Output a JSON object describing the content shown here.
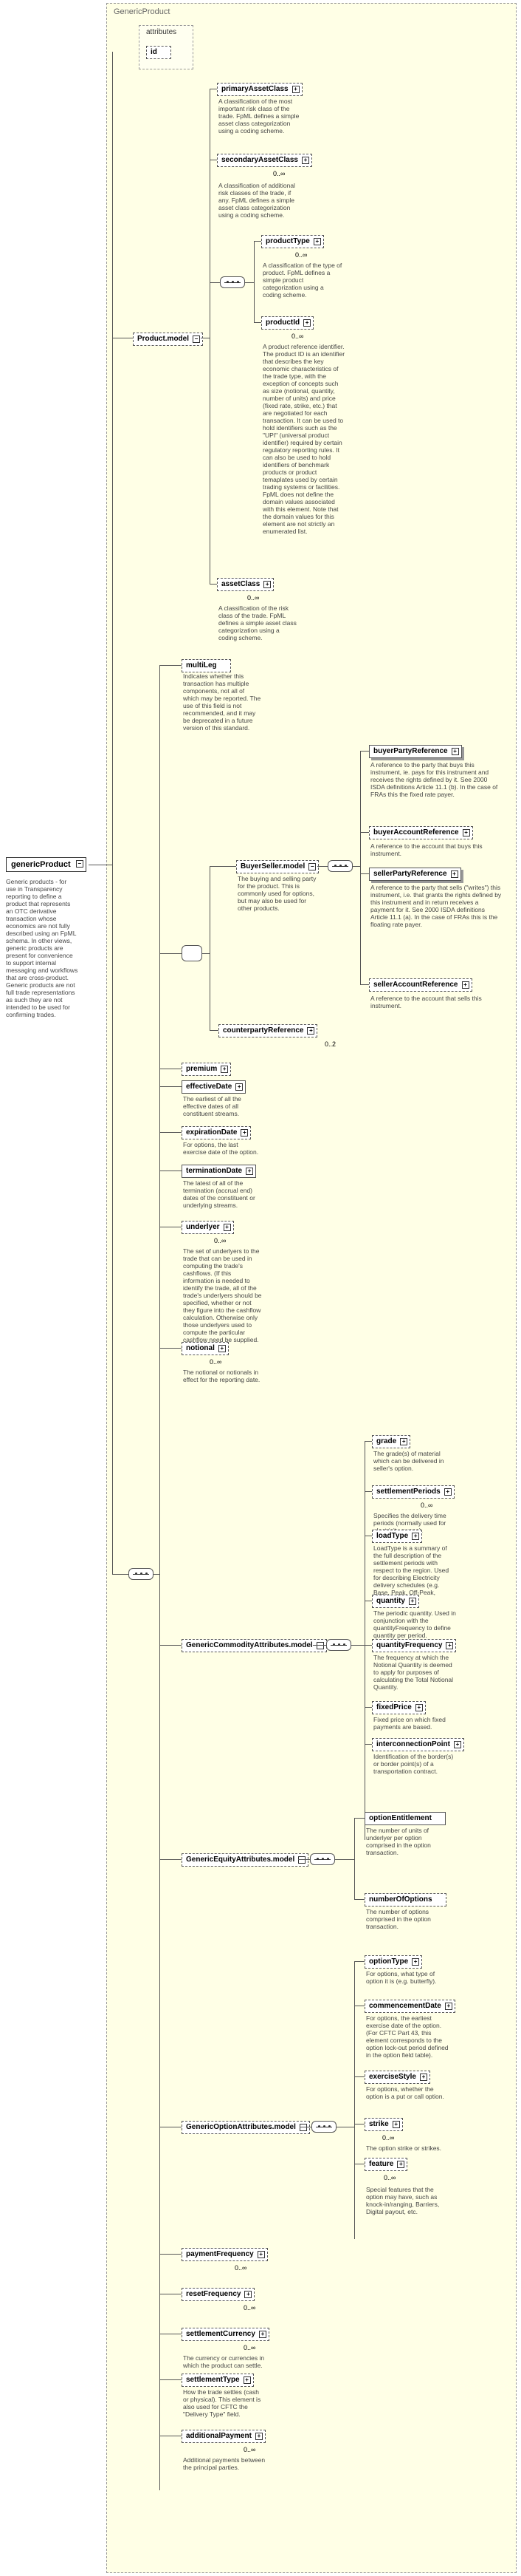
{
  "type_title": "GenericProduct",
  "attributes_label": "attributes",
  "root": {
    "name": "genericProduct",
    "doc": "Generic products - for use in Transparency reporting to define a product that represents an OTC derivative transaction whose economics are not fully described using an FpML schema. In other views, generic products are present for convenience to support internal messaging and workflows that are cross-product. Generic products are not full trade representations as such they are not intended to be used for confirming trades."
  },
  "attr_id": "id",
  "product_model": "Product.model",
  "primaryAssetClass": {
    "name": "primaryAssetClass",
    "doc": "A classification of the most important risk class of the trade. FpML defines a simple asset class categorization using a coding scheme."
  },
  "secondaryAssetClass": {
    "name": "secondaryAssetClass",
    "mult": "0..∞",
    "doc": "A classification of additional risk classes of the trade, if any. FpML defines a simple asset class categorization using a coding scheme."
  },
  "productType": {
    "name": "productType",
    "mult": "0..∞",
    "doc": "A classification of the type of product. FpML defines a simple product categorization using a coding scheme."
  },
  "productId": {
    "name": "productId",
    "mult": "0..∞",
    "doc": "A product reference identifier. The product ID is an identifier that describes the key economic characteristics of the trade type, with the exception of concepts such as size (notional, quantity, number of units) and price (fixed rate, strike, etc.) that are negotiated for each transaction. It can be used to hold identifiers such as the \"UPI\" (universal product identifier) required by certain regulatory reporting rules. It can also be used to hold identifiers of benchmark products or product temaplates used by certain trading systems or facilities. FpML does not define the domain values associated with this element. Note that the domain values for this element are not strictly an enumerated list."
  },
  "assetClass": {
    "name": "assetClass",
    "mult": "0..∞",
    "doc": "A classification of the risk class of the trade. FpML defines a simple asset class categorization using a coding scheme."
  },
  "multiLeg": {
    "name": "multiLeg",
    "doc": "Indicates whether this transaction has multiple components, not all of which may be reported. The use of this field is not recommended, and it may be deprecated in a future version of this standard."
  },
  "buyerSellerModel": {
    "name": "BuyerSeller.model",
    "doc": "The buying and selling party for the product. This is commonly used for options, but may also be used for other products."
  },
  "buyerPartyReference": {
    "name": "buyerPartyReference",
    "doc": "A reference to the party that buys this instrument, ie. pays for this instrument and receives the rights defined by it. See 2000 ISDA definitions Article 11.1 (b). In the case of FRAs this the fixed rate payer."
  },
  "buyerAccountReference": {
    "name": "buyerAccountReference",
    "doc": "A reference to the account that buys this instrument."
  },
  "sellerPartyReference": {
    "name": "sellerPartyReference",
    "doc": "A reference to the party that sells (\"writes\") this instrument, i.e. that grants the rights defined by this instrument and in return receives a payment for it. See 2000 ISDA definitions Article 11.1 (a). In the case of FRAs this is the floating rate payer."
  },
  "sellerAccountReference": {
    "name": "sellerAccountReference",
    "doc": "A reference to the account that sells this instrument."
  },
  "counterpartyReference": {
    "name": "counterpartyReference",
    "mult": "0..2"
  },
  "premium": {
    "name": "premium"
  },
  "effectiveDate": {
    "name": "effectiveDate",
    "doc": "The earliest of all the effective dates of all constituent streams."
  },
  "expirationDate": {
    "name": "expirationDate",
    "doc": "For options, the last exercise date of the option."
  },
  "terminationDate": {
    "name": "terminationDate",
    "doc": "The latest of all of the termination (accrual end) dates of the constituent or underlying streams."
  },
  "underlyer": {
    "name": "underlyer",
    "mult": "0..∞",
    "doc": "The set of underlyers to the trade that can be used in computing the trade's cashflows. (If this information is needed to identify the trade, all of the trade's underlyers should be specified, whether or not they figure into the cashflow calculation. Otherwise only those underlyers used to compute the particular cashflow need be supplied."
  },
  "notional": {
    "name": "notional",
    "mult": "0..∞",
    "doc": "The notional or notionals in effect for the reporting date."
  },
  "commodityModel": {
    "name": "GenericCommodityAttributes.model"
  },
  "grade": {
    "name": "grade",
    "doc": "The grade(s) of material which can be delivered in seller's option."
  },
  "settlementPeriods": {
    "name": "settlementPeriods",
    "mult": "0..∞",
    "doc": "Specifies the delivery time periods (normally used for electricity swaps)."
  },
  "loadType": {
    "name": "loadType",
    "doc": "LoadType is a summary of the full description of the settlement periods with respect to the region. Used for describing Electricity delivery schedules (e.g. Base, Peak, Off-Peak, Custom)."
  },
  "quantity": {
    "name": "quantity",
    "doc": "The periodic quantity. Used in conjunction with the quantityFrequency to define quantity per period."
  },
  "quantityFrequency": {
    "name": "quantityFrequency",
    "doc": "The frequency at which the Notional Quantity is deemed to apply for purposes of calculating the Total Notional Quantity."
  },
  "fixedPrice": {
    "name": "fixedPrice",
    "doc": "Fixed price on which fixed payments are based."
  },
  "interconnectionPoint": {
    "name": "interconnectionPoint",
    "doc": "Identification of the border(s) or border point(s) of a transportation contract."
  },
  "equityModel": {
    "name": "GenericEquityAttributes.model"
  },
  "optionEntitlement": {
    "name": "optionEntitlement",
    "doc": "The number of units of underlyer per option comprised in the option transaction."
  },
  "numberOfOptions": {
    "name": "numberOfOptions",
    "doc": "The number of options comprised in the option transaction."
  },
  "optionModel": {
    "name": "GenericOptionAttributes.model"
  },
  "optionType": {
    "name": "optionType",
    "doc": "For options, what type of option it is (e.g. butterfly)."
  },
  "commencementDate": {
    "name": "commencementDate",
    "doc": "For options, the earliest exercise date of the option. (For CFTC Part 43, this element corresponds to the option lock-out period defined in the option field table)."
  },
  "exerciseStyle": {
    "name": "exerciseStyle",
    "doc": "For options, whether the option is a put or call option."
  },
  "strike": {
    "name": "strike",
    "mult": "0..∞",
    "doc": "The option strike or strikes."
  },
  "feature": {
    "name": "feature",
    "mult": "0..∞",
    "doc": "Special features that the option may have, such as knock-in/ranging, Barriers, Digital payout, etc."
  },
  "paymentFrequency": {
    "name": "paymentFrequency",
    "mult": "0..∞"
  },
  "resetFrequency": {
    "name": "resetFrequency",
    "mult": "0..∞"
  },
  "settlementCurrency": {
    "name": "settlementCurrency",
    "mult": "0..∞",
    "doc": "The currency or currencies in which the product can settle."
  },
  "settlementType": {
    "name": "settlementType",
    "doc": "How the trade settles (cash or physical). This element is also used for CFTC the \"Delivery Type\" field."
  },
  "additionalPayment": {
    "name": "additionalPayment",
    "mult": "0..∞",
    "doc": "Additional payments between the principal parties."
  }
}
